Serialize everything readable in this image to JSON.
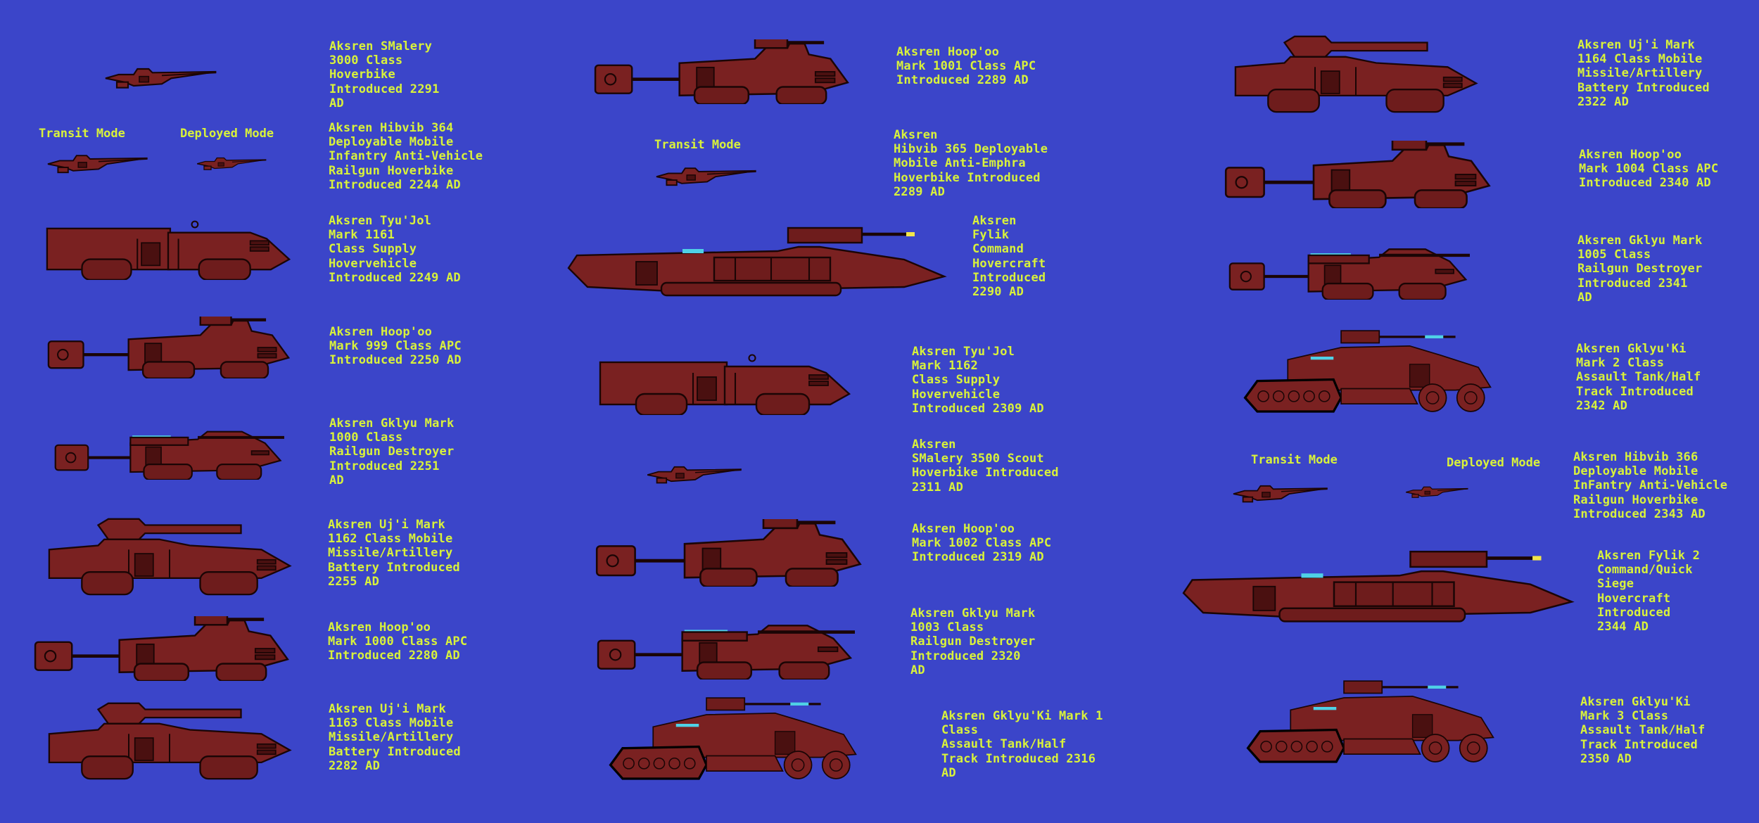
{
  "labels": {
    "l1": "Aksren SMalery\n3000 Class\nHoverbike\nIntroduced 2291\nAD",
    "l2": "Aksren Hibvib 364\nDeployable Mobile\nInfantry Anti-Vehicle\nRailgun Hoverbike\nIntroduced 2244 AD",
    "l3": "Aksren Tyu'Jol\nMark 1161\nClass Supply\nHovervehicle\nIntroduced 2249 AD",
    "l4": "Aksren Hoop'oo\nMark 999 Class APC\nIntroduced 2250 AD",
    "l5": "Aksren Gklyu Mark\n1000 Class\nRailgun Destroyer\nIntroduced 2251\nAD",
    "l6": "Aksren Uj'i Mark\n1162 Class Mobile\nMissile/Artillery\nBattery Introduced\n2255 AD",
    "l7": "Aksren Hoop'oo\nMark 1000 Class APC\nIntroduced 2280 AD",
    "l8": "Aksren Uj'i Mark\n1163 Class Mobile\nMissile/Artillery\nBattery Introduced\n2282 AD",
    "m1": "Aksren Hoop'oo\nMark 1001 Class APC\nIntroduced 2289 AD",
    "m2": "Aksren\nHibvib 365 Deployable\nMobile Anti-Emphra\nHoverbike Introduced\n2289 AD",
    "m3": "Aksren\nFylik\nCommand\nHovercraft\nIntroduced\n2290 AD",
    "m4": "Aksren Tyu'Jol\nMark 1162\nClass Supply\nHovervehicle\nIntroduced 2309 AD",
    "m5": "Aksren\nSMalery 3500 Scout\nHoverbike Introduced\n2311 AD",
    "m6": "Aksren Hoop'oo\nMark 1002 Class APC\nIntroduced 2319 AD",
    "m7": "Aksren Gklyu Mark\n1003 Class\nRailgun Destroyer\nIntroduced 2320\nAD",
    "m8": "Aksren Gklyu'Ki Mark 1\nClass\nAssault Tank/Half\nTrack Introduced 2316\nAD",
    "r1": "Aksren Uj'i Mark\n1164 Class Mobile\nMissile/Artillery\nBattery Introduced\n2322 AD",
    "r2": "Aksren Hoop'oo\nMark 1004 Class APC\nIntroduced 2340 AD",
    "r3": "Aksren Gklyu Mark\n1005 Class\nRailgun Destroyer\nIntroduced 2341\nAD",
    "r4": "Aksren Gklyu'Ki\nMark 2 Class\nAssault Tank/Half\nTrack Introduced\n2342 AD",
    "r5": "Aksren Hibvib 366\nDeployable Mobile\nInFantry Anti-Vehicle\nRailgun Hoverbike\nIntroduced 2343 AD",
    "r6": "Aksren Fylik 2\nCommand/Quick\nSiege\nHovercraft\nIntroduced\n2344 AD",
    "r7": "Aksren Gklyu'Ki\nMark 3 Class\nAssault Tank/Half\nTrack Introduced\n2350 AD"
  },
  "modes": {
    "transit1": "Transit Mode",
    "deployed1": "Deployed Mode",
    "transit2": "Transit Mode",
    "transit3": "Transit Mode",
    "deployed3": "Deployed Mode"
  },
  "colors": {
    "background": "#3b45c9",
    "text": "#d9f23a",
    "hull": "#7a2121"
  }
}
